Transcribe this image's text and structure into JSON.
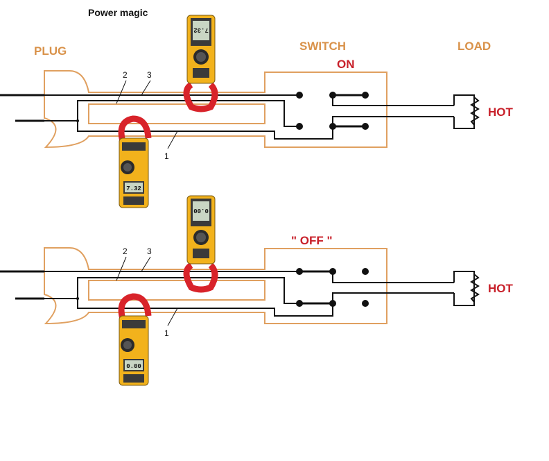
{
  "title": "Power magic",
  "labels": {
    "plug": "PLUG",
    "switch": "SWITCH",
    "load": "LOAD",
    "hot_top": "HOT",
    "hot_bottom": "HOT",
    "state_on": "ON",
    "state_off": "\" OFF \""
  },
  "wire_numbers": {
    "top": [
      "2",
      "3",
      "1"
    ],
    "bottom": [
      "2",
      "3",
      "1"
    ]
  },
  "meters": {
    "top_upper": "7.32",
    "top_lower": "7.32",
    "bottom_upper": "0.00",
    "bottom_lower": "0.00"
  },
  "colors": {
    "label_orange": "#d9924a",
    "label_red": "#c8202a",
    "housing": "#e0a060",
    "meter_body": "#f2b21c",
    "meter_clamp": "#d8232a"
  }
}
